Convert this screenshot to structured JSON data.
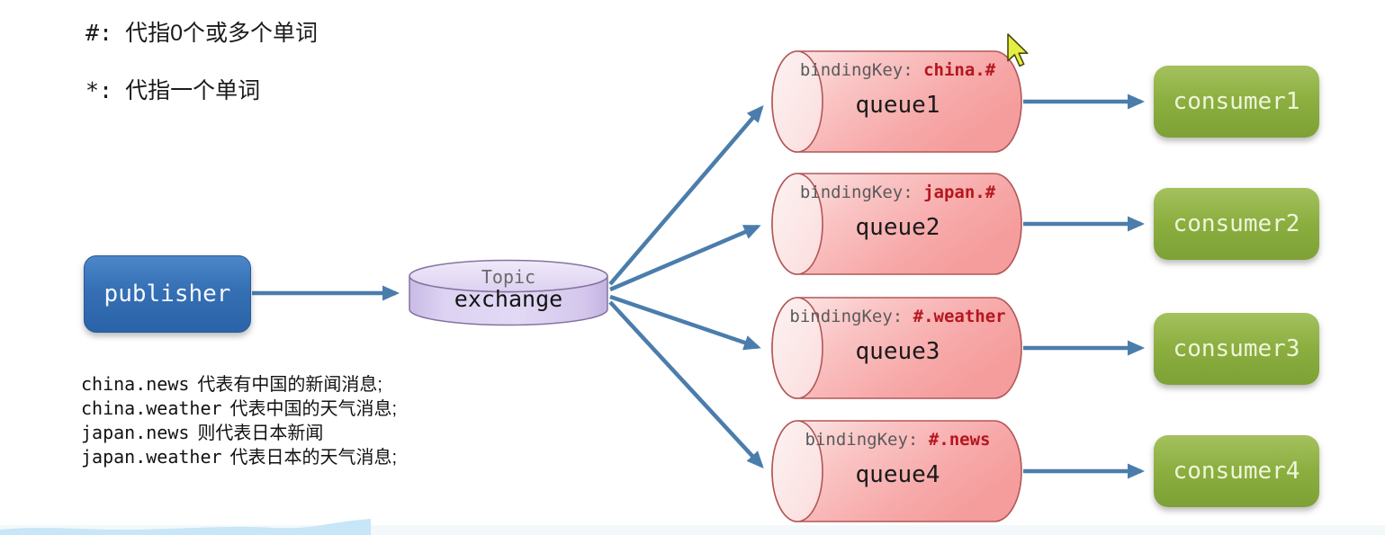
{
  "legend": {
    "rule_hash": {
      "symbol": "#:",
      "text": "代指0个或多个单词"
    },
    "rule_star": {
      "symbol": "*:",
      "text": "代指一个单词"
    }
  },
  "publisher": {
    "label": "publisher"
  },
  "exchange": {
    "type": "Topic",
    "label": "exchange"
  },
  "queues": [
    {
      "binding_label": "bindingKey:",
      "binding_key": "china.#",
      "name": "queue1"
    },
    {
      "binding_label": "bindingKey:",
      "binding_key": "japan.#",
      "name": "queue2"
    },
    {
      "binding_label": "bindingKey:",
      "binding_key": "#.weather",
      "name": "queue3"
    },
    {
      "binding_label": "bindingKey:",
      "binding_key": "#.news",
      "name": "queue4"
    }
  ],
  "consumers": [
    {
      "label": "consumer1"
    },
    {
      "label": "consumer2"
    },
    {
      "label": "consumer3"
    },
    {
      "label": "consumer4"
    }
  ],
  "notes": [
    {
      "key": "china.news",
      "desc": "代表有中国的新闻消息;"
    },
    {
      "key": "china.weather",
      "desc": "代表中国的天气消息;"
    },
    {
      "key": "japan.news",
      "desc": "则代表日本新闻"
    },
    {
      "key": "japan.weather",
      "desc": "代表日本的天气消息;"
    }
  ],
  "colors": {
    "publisher_blue": "#2f6cb3",
    "consumer_green": "#8bae3f",
    "queue_pink": "#f6a9a9",
    "exchange_lavender": "#dcd1f0",
    "arrow_blue": "#4b7dac",
    "binding_key_red": "#b5161f"
  }
}
